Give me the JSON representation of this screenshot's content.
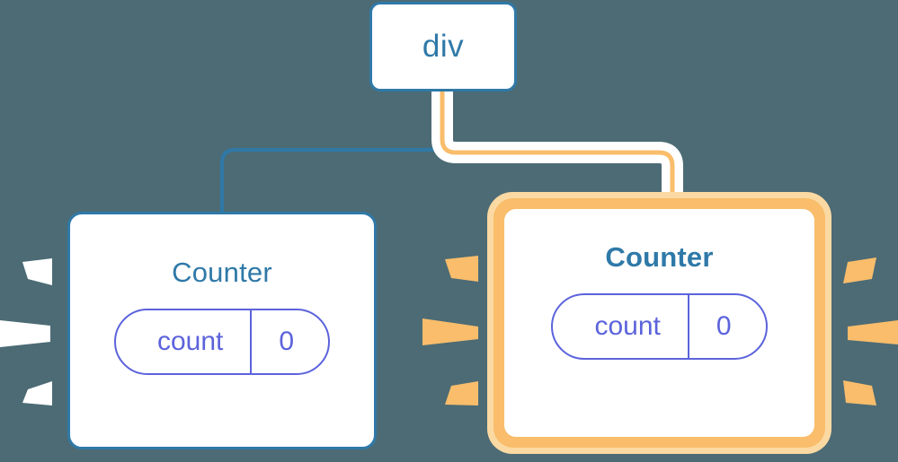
{
  "theme": {
    "background": "#4c6b75",
    "node_border_blue": "#2f79a8",
    "title_blue": "#2f79a8",
    "pill_purple": "#5c63db",
    "highlight_orange": "#f9bd6b",
    "highlight_orange_light": "#fbd9a2",
    "burst_white": "#ffffff",
    "node_fill": "#ffffff"
  },
  "diagram": {
    "type": "component-tree",
    "root": {
      "id": "div",
      "label": "div",
      "tag_name": "div"
    },
    "children": [
      {
        "id": "counter-left",
        "label": "Counter",
        "highlighted": false,
        "title_bold": false,
        "burst_color": "#ffffff",
        "state": {
          "key": "count",
          "value": "0"
        }
      },
      {
        "id": "counter-right",
        "label": "Counter",
        "highlighted": true,
        "title_bold": true,
        "burst_color": "#f9bd6b",
        "state": {
          "key": "count",
          "value": "0"
        }
      }
    ],
    "edges": [
      {
        "from": "div",
        "to": "counter-left",
        "color": "#2f79a8",
        "highlighted": false
      },
      {
        "from": "div",
        "to": "counter-right",
        "color": "#f9bd6b",
        "highlighted": true
      }
    ],
    "bursts": [
      {
        "for": "counter-left",
        "side": "left",
        "color": "#ffffff",
        "rays": 3
      },
      {
        "for": "counter-right",
        "side": "left",
        "color": "#f9bd6b",
        "rays": 3
      },
      {
        "for": "counter-right",
        "side": "right",
        "color": "#f9bd6b",
        "rays": 3
      }
    ]
  }
}
